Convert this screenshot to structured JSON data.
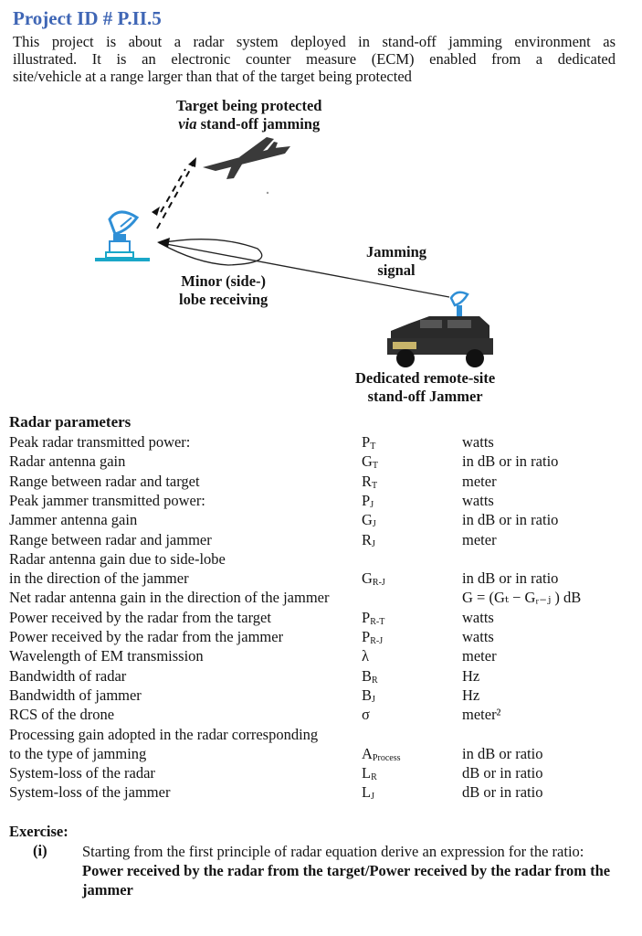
{
  "header": {
    "title": "Project ID # P.II.5",
    "intro_lines": [
      "This project is about a radar system deployed in stand-off jamming environment as",
      "illustrated. It is an electronic counter measure (ECM) enabled from a dedicated",
      "site/vehicle at a range larger than that of the target being protected"
    ]
  },
  "figure": {
    "target_label_1": "Target being protected",
    "target_label_2_italic": "via",
    "target_label_2_rest": " stand-off jamming",
    "jamming_label_1": "Jamming",
    "jamming_label_2": "signal",
    "sidelobe_label_1": "Minor (side-)",
    "sidelobe_label_2": "lobe receiving",
    "jammer_label_1": "Dedicated remote-site",
    "jammer_label_2": "stand-off Jammer",
    "colors": {
      "radar_icon": "#2f8fd6",
      "radar_base": "#1aa7c8",
      "vehicle": "#2a2a2a",
      "drone": "#3a3a3a",
      "title": "#3f66b5"
    }
  },
  "parameters": {
    "heading": "Radar parameters",
    "rows": [
      {
        "name": "Peak radar transmitted power:",
        "sym": "P",
        "sub": "T",
        "unit": "watts"
      },
      {
        "name": "Radar antenna gain",
        "sym": "G",
        "sub": "T",
        "unit": "in dB or in ratio"
      },
      {
        "name": "Range between radar and target",
        "sym": "R",
        "sub": "T",
        "unit": "meter"
      },
      {
        "name": "Peak jammer transmitted power:",
        "sym": "P",
        "sub": "J",
        "unit": "watts"
      },
      {
        "name": "Jammer antenna gain",
        "sym": "G",
        "sub": "J",
        "unit": "in dB or in ratio"
      },
      {
        "name": "Range between radar and jammer",
        "sym": "R",
        "sub": "J",
        "unit": "meter"
      },
      {
        "name": "Radar antenna gain due to side-lobe",
        "sym": "",
        "sub": "",
        "unit": ""
      },
      {
        "name": "in the direction of the jammer",
        "sym": "G",
        "sub": "R-J",
        "unit": "in dB or in ratio"
      },
      {
        "name": "Net radar antenna gain in the direction of the jammer",
        "sym": "",
        "sub": "",
        "unit": "G = (Gₜ − Gᵣ₋ⱼ ) dB"
      },
      {
        "name": "Power received by the radar from the target",
        "sym": "P",
        "sub": "R-T",
        "unit": "watts"
      },
      {
        "name": "Power received by the radar from the jammer",
        "sym": "P",
        "sub": "R-J",
        "unit": "watts"
      },
      {
        "name": "Wavelength of EM transmission",
        "sym": "λ",
        "sub": "",
        "unit": "meter"
      },
      {
        "name": "Bandwidth of radar",
        "sym": "B",
        "sub": "R",
        "unit": "Hz"
      },
      {
        "name": "Bandwidth of jammer",
        "sym": "B",
        "sub": "J",
        "unit": "Hz"
      },
      {
        "name": "RCS of the drone",
        "sym": "σ",
        "sub": "",
        "unit": "meter²"
      },
      {
        "name": "Processing gain adopted in the radar corresponding",
        "sym": "",
        "sub": "",
        "unit": ""
      },
      {
        "name": "to the type of jamming",
        "sym": "A",
        "sub": "Process",
        "unit": "in dB or ratio"
      },
      {
        "name": "System-loss of the radar",
        "sym": "L",
        "sub": "R",
        "unit": "dB or in ratio"
      },
      {
        "name": "System-loss of the jammer",
        "sym": "L",
        "sub": "J",
        "unit": "dB or in ratio"
      }
    ]
  },
  "exercise": {
    "heading": "Exercise:",
    "number": "(i)",
    "text_plain": "Starting from the first principle of radar equation derive an expression for the ratio: ",
    "text_bold": "Power received by the radar from the target/Power received by the radar from the jammer"
  }
}
